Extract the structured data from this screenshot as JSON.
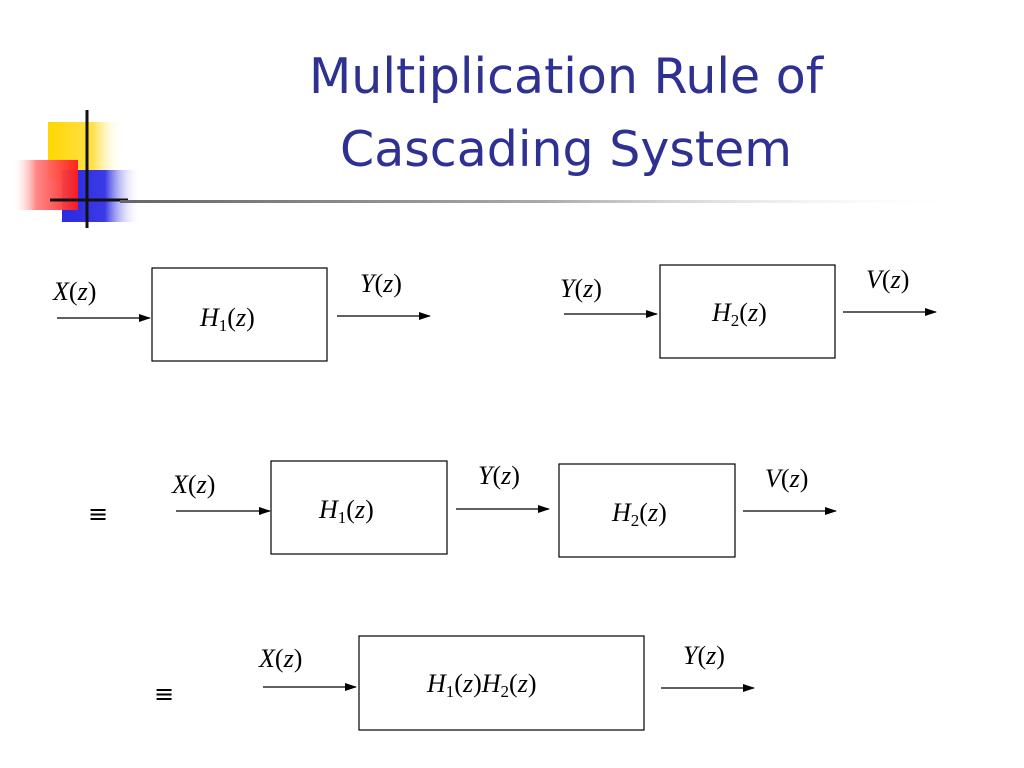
{
  "slide": {
    "title_line1": "Multiplication Rule of",
    "title_line2": "Cascading System",
    "colors": {
      "title": "#2E3192",
      "deco_yellow": "#FFD700",
      "deco_red": "#FF2020",
      "deco_blue": "#2A2AE0"
    }
  },
  "diagram": {
    "signals": {
      "X": {
        "sym": "X",
        "arg": "z"
      },
      "Y": {
        "sym": "Y",
        "arg": "z"
      },
      "V": {
        "sym": "V",
        "arg": "z"
      }
    },
    "blocks": {
      "H1": {
        "sym": "H",
        "sub": "1",
        "arg": "z"
      },
      "H2": {
        "sym": "H",
        "sub": "2",
        "arg": "z"
      }
    },
    "equiv_symbol": "≡"
  }
}
